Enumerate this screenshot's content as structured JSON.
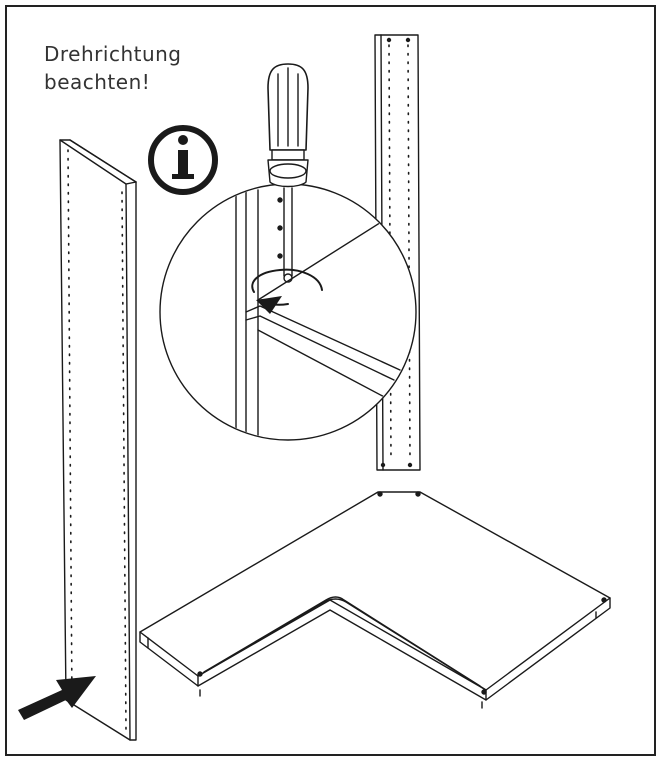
{
  "instruction": {
    "line1": "Drehrichtung",
    "line2": "beachten!"
  },
  "info_icon_letter": "i",
  "colors": {
    "stroke": "#1a1a1a",
    "background": "#ffffff",
    "arrow": "#1a1a1a"
  }
}
